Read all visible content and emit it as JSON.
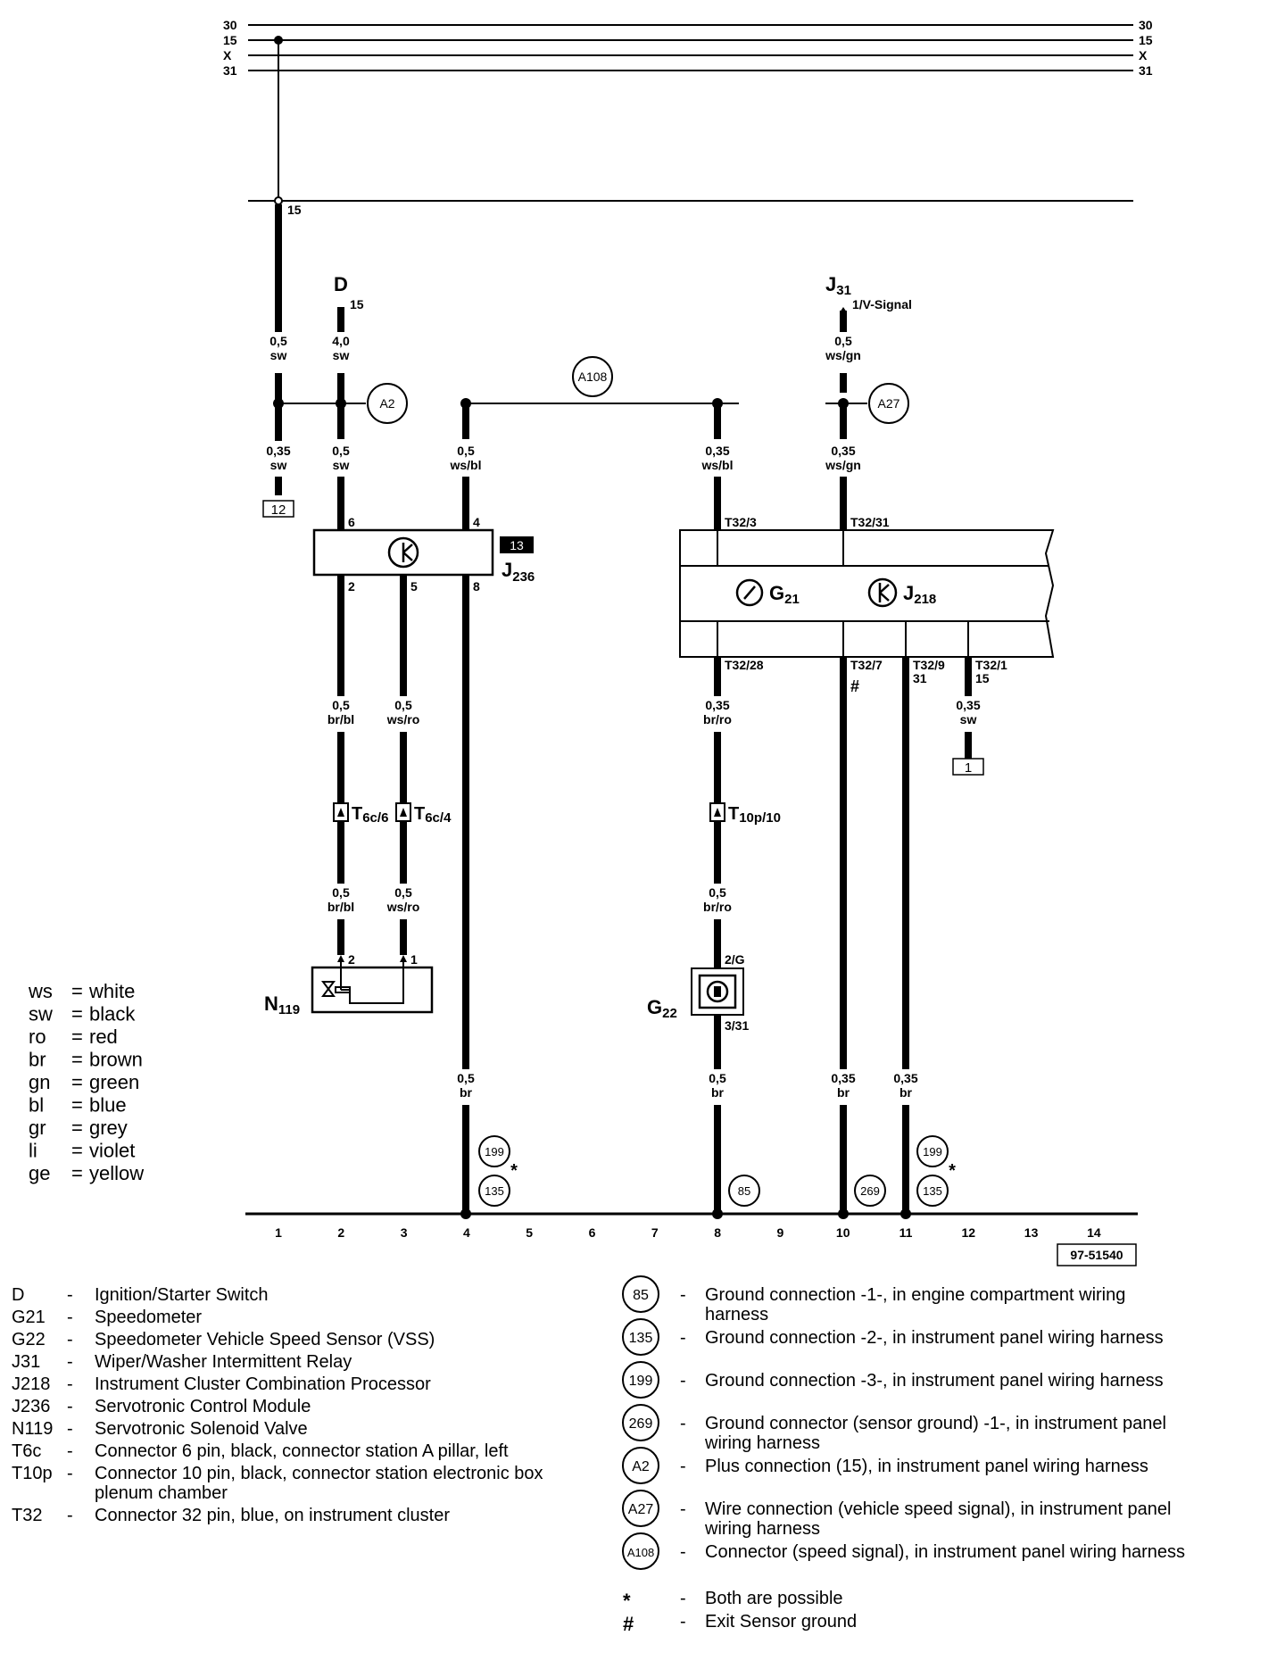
{
  "rails": [
    {
      "id": "rail-30",
      "label": "30"
    },
    {
      "id": "rail-15",
      "label": "15"
    },
    {
      "id": "rail-x",
      "label": "X"
    },
    {
      "id": "rail-31",
      "label": "31"
    }
  ],
  "components": {
    "D": {
      "name": "D",
      "pin": "15"
    },
    "J31": {
      "name": "J",
      "sub": "31",
      "pin": "1/V-Signal"
    },
    "J236": {
      "name": "J",
      "sub": "236",
      "box_num": "13"
    },
    "G21": {
      "name": "G",
      "sub": "21"
    },
    "J218": {
      "name": "J",
      "sub": "218"
    },
    "N119": {
      "name": "N",
      "sub": "119"
    },
    "G22": {
      "name": "G",
      "sub": "22"
    }
  },
  "wires": {
    "w1a": {
      "gauge": "0,5",
      "color": "sw"
    },
    "w1b": {
      "gauge": "0,35",
      "color": "sw"
    },
    "w2a": {
      "gauge": "4,0",
      "color": "sw"
    },
    "w2b": {
      "gauge": "0,5",
      "color": "sw"
    },
    "w4a": {
      "gauge": "0,5",
      "color": "ws/bl"
    },
    "w8a": {
      "gauge": "0,35",
      "color": "ws/bl"
    },
    "w10a": {
      "gauge": "0,5",
      "color": "ws/gn"
    },
    "w10b": {
      "gauge": "0,35",
      "color": "ws/gn"
    },
    "w2c": {
      "gauge": "0,5",
      "color": "br/bl"
    },
    "w3c": {
      "gauge": "0,5",
      "color": "ws/ro"
    },
    "w8c": {
      "gauge": "0,35",
      "color": "br/ro"
    },
    "w12c": {
      "gauge": "0,35",
      "color": "sw"
    },
    "w2d": {
      "gauge": "0,5",
      "color": "br/bl"
    },
    "w3d": {
      "gauge": "0,5",
      "color": "ws/ro"
    },
    "w8d": {
      "gauge": "0,5",
      "color": "br/ro"
    },
    "w4e": {
      "gauge": "0,5",
      "color": "br"
    },
    "w8e": {
      "gauge": "0,5",
      "color": "br"
    },
    "w10e": {
      "gauge": "0,35",
      "color": "br"
    },
    "w11e": {
      "gauge": "0,35",
      "color": "br"
    }
  },
  "pins": {
    "j236_6": "6",
    "j236_4": "4",
    "j236_2": "2",
    "j236_5": "5",
    "j236_8": "8",
    "t32_3": "T32/3",
    "t32_31": "T32/31",
    "t32_28": "T32/28",
    "t32_7": "T32/7",
    "t32_9": "T32/9",
    "t32_9b": "31",
    "t32_1": "T32/1",
    "t32_1b": "15",
    "n119_2": "2",
    "n119_1": "1",
    "g22_top": "2/G",
    "g22_bot": "3/31",
    "rail15_tap": "15"
  },
  "connectors": {
    "t6c6": {
      "name": "T",
      "sub": "6c/6"
    },
    "t6c4": {
      "name": "T",
      "sub": "6c/4"
    },
    "t10p": {
      "name": "T",
      "sub": "10p/10"
    }
  },
  "refboxes": {
    "left": "12",
    "right": "1"
  },
  "marks": {
    "hash": "#",
    "star": "*"
  },
  "circles": {
    "a2": "A2",
    "a27": "A27",
    "a108": "A108",
    "g199a": "199",
    "g135a": "135",
    "g85": "85",
    "g269": "269",
    "g199b": "199",
    "g135b": "135"
  },
  "track_numbers": [
    "1",
    "2",
    "3",
    "4",
    "5",
    "6",
    "7",
    "8",
    "9",
    "10",
    "11",
    "12",
    "13",
    "14"
  ],
  "diagram_id": "97-51540",
  "color_legend": [
    {
      "code": "ws",
      "eq": "=",
      "name": "white"
    },
    {
      "code": "sw",
      "eq": "=",
      "name": "black"
    },
    {
      "code": "ro",
      "eq": "=",
      "name": "red"
    },
    {
      "code": "br",
      "eq": "=",
      "name": "brown"
    },
    {
      "code": "gn",
      "eq": "=",
      "name": "green"
    },
    {
      "code": "bl",
      "eq": "=",
      "name": "blue"
    },
    {
      "code": "gr",
      "eq": "=",
      "name": "grey"
    },
    {
      "code": "li",
      "eq": "=",
      "name": "violet"
    },
    {
      "code": "ge",
      "eq": "=",
      "name": "yellow"
    }
  ],
  "component_legend": [
    {
      "code": "D",
      "dash": "-",
      "desc": "Ignition/Starter Switch"
    },
    {
      "code": "G21",
      "dash": "-",
      "desc": "Speedometer"
    },
    {
      "code": "G22",
      "dash": "-",
      "desc": "Speedometer Vehicle Speed Sensor (VSS)"
    },
    {
      "code": "J31",
      "dash": "-",
      "desc": "Wiper/Washer Intermittent Relay"
    },
    {
      "code": "J218",
      "dash": "-",
      "desc": "Instrument Cluster Combination Processor"
    },
    {
      "code": "J236",
      "dash": "-",
      "desc": "Servotronic Control Module"
    },
    {
      "code": "N119",
      "dash": "-",
      "desc": "Servotronic Solenoid Valve"
    },
    {
      "code": "T6c",
      "dash": "-",
      "desc": "Connector 6 pin, black, connector station A pillar, left"
    },
    {
      "code": "T10p",
      "dash": "-",
      "desc": "Connector 10 pin, black, connector station electronic box",
      "desc2": "plenum chamber"
    },
    {
      "code": "T32",
      "dash": "-",
      "desc": "Connector 32 pin, blue, on  instrument cluster"
    }
  ],
  "ground_legend": [
    {
      "sym": "85",
      "dash": "-",
      "desc": "Ground connection -1-, in engine compartment wiring",
      "desc2": "harness"
    },
    {
      "sym": "135",
      "dash": "-",
      "desc": "Ground connection -2-, in instrument panel wiring harness"
    },
    {
      "sym": "199",
      "dash": "-",
      "desc": "Ground connection -3-, in instrument panel wiring harness"
    },
    {
      "sym": "269",
      "dash": "-",
      "desc": "Ground connector (sensor ground) -1-, in instrument panel",
      "desc2": "wiring harness"
    },
    {
      "sym": "A2",
      "dash": "-",
      "desc": "Plus connection (15), in instrument panel wiring harness"
    },
    {
      "sym": "A27",
      "dash": "-",
      "desc": "Wire connection (vehicle speed signal), in instrument panel",
      "desc2": "wiring harness"
    },
    {
      "sym": "A108",
      "dash": "-",
      "desc": "Connector (speed signal), in instrument panel wiring harness"
    }
  ],
  "notes": [
    {
      "sym": "*",
      "dash": "-",
      "desc": "Both are possible"
    },
    {
      "sym": "#",
      "dash": "-",
      "desc": "Exit Sensor ground"
    }
  ]
}
